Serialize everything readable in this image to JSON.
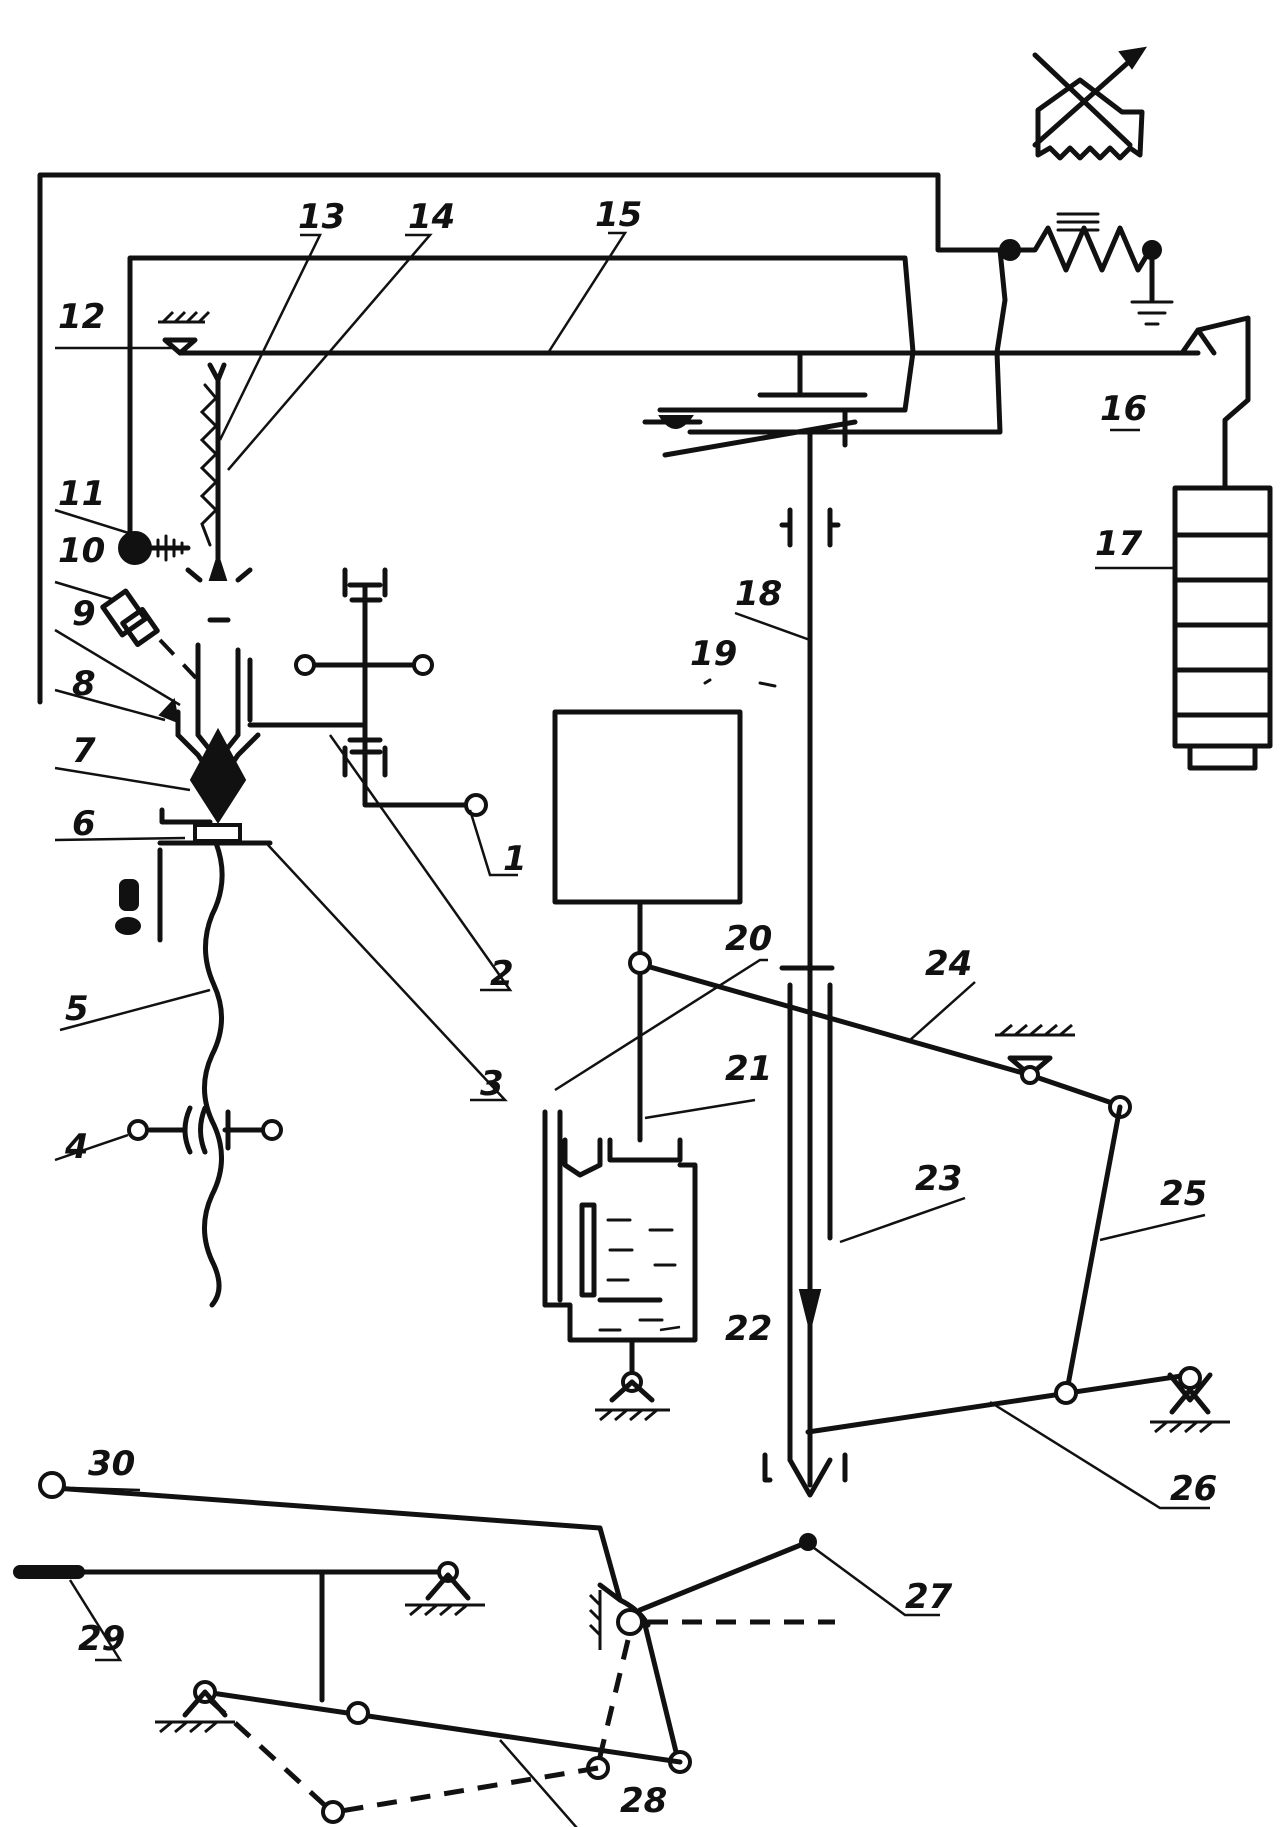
{
  "labels": {
    "l1": "1",
    "l2": "2",
    "l3": "3",
    "l4": "4",
    "l5": "5",
    "l6": "6",
    "l7": "7",
    "l8": "8",
    "l9": "9",
    "l10": "10",
    "l11": "11",
    "l12": "12",
    "l13": "13",
    "l14": "14",
    "l15": "15",
    "l16": "16",
    "l17": "17",
    "l18": "18",
    "l19": "19",
    "l20": "20",
    "l21": "21",
    "l22": "22",
    "l23": "23",
    "l24": "24",
    "l25": "25",
    "l26": "26",
    "l27": "27",
    "l28": "28",
    "l29": "29",
    "l30": "30"
  }
}
